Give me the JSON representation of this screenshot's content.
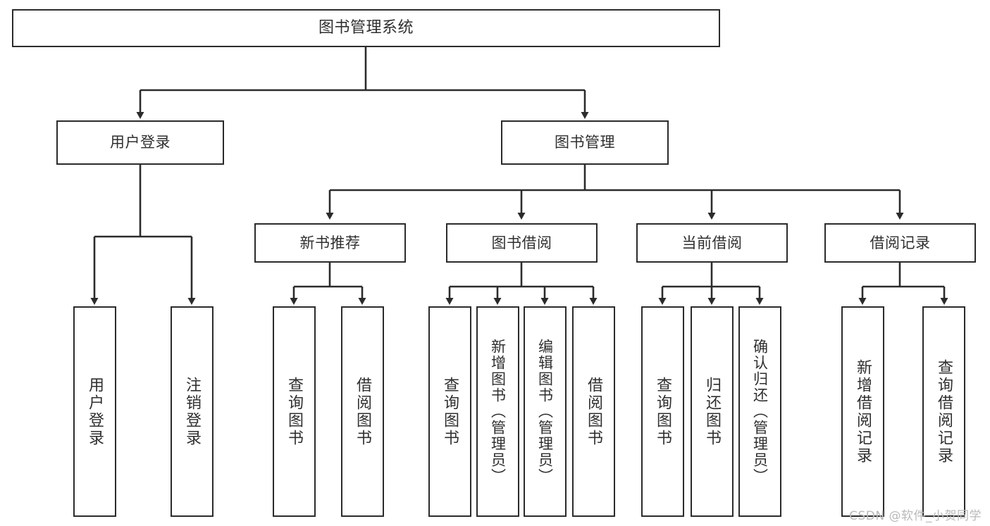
{
  "diagram": {
    "title": "图书管理系统",
    "type": "tree",
    "stroke_color": "#2b2b2b",
    "text_color": "#2f2f2f",
    "background": "#ffffff",
    "watermark": "CSDN @软件_小贺同学"
  },
  "nodes": {
    "root": {
      "label": "图书管理系统"
    },
    "level1": [
      {
        "label": "用户登录"
      },
      {
        "label": "图书管理"
      }
    ],
    "level2": [
      {
        "label": "新书推荐"
      },
      {
        "label": "图书借阅"
      },
      {
        "label": "当前借阅"
      },
      {
        "label": "借阅记录"
      }
    ],
    "leaves_user_login": [
      {
        "label": "用户登录"
      },
      {
        "label": "注销登录"
      }
    ],
    "leaves_new_book": [
      {
        "label": "查询图书"
      },
      {
        "label": "借阅图书"
      }
    ],
    "leaves_borrow": [
      {
        "label": "查询图书"
      },
      {
        "label": "新增图书（管理员）"
      },
      {
        "label": "编辑图书（管理员）"
      },
      {
        "label": "借阅图书"
      }
    ],
    "leaves_current": [
      {
        "label": "查询图书"
      },
      {
        "label": "归还图书"
      },
      {
        "label": "确认归还（管理员）"
      }
    ],
    "leaves_records": [
      {
        "label": "新增借阅记录"
      },
      {
        "label": "查询借阅记录"
      }
    ]
  }
}
